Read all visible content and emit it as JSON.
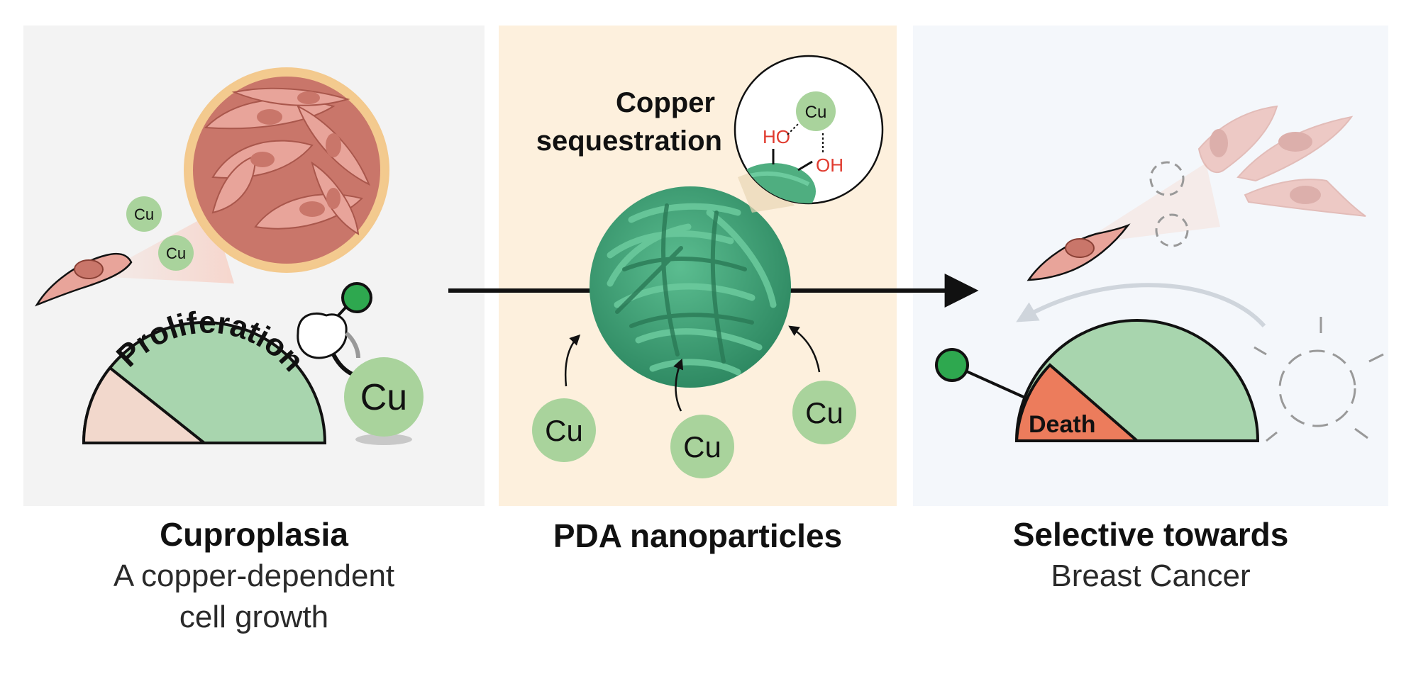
{
  "panels": {
    "left": {
      "title": "Cuproplasia",
      "subtitle_line1": "A copper-dependent",
      "subtitle_line2": "cell growth",
      "gauge_label": "Proliferation",
      "cu_small_1": "Cu",
      "cu_small_2": "Cu",
      "cu_big": "Cu"
    },
    "middle": {
      "title": "PDA nanoparticles",
      "sequestration_line1": "Copper",
      "sequestration_line2": "sequestration",
      "inset_cu": "Cu",
      "inset_ho": "HO",
      "inset_oh": "OH",
      "cu_1": "Cu",
      "cu_2": "Cu",
      "cu_3": "Cu"
    },
    "right": {
      "title": "Selective towards",
      "subtitle": "Breast Cancer",
      "gauge_label": "Death"
    }
  },
  "colors": {
    "left_bg": "#f3f3f3",
    "middle_bg": "#fdf0dd",
    "right_bg": "#f4f7fb",
    "cu_fill": "#a9d39c",
    "gauge_green": "#a8d5ae",
    "gauge_peach": "#f2d8cc",
    "death_red": "#ec7c5c",
    "particle": "#3ea37a",
    "cell": "#e8a49a",
    "hydroxyl": "#e03a2e"
  },
  "icons": [
    "cancer-cell-icon",
    "cell-cluster-icon",
    "gauge-icon",
    "knob-icon",
    "hand-icon",
    "nanoparticle-icon",
    "arrow-right-icon",
    "dashed-cell-icon",
    "curved-arrow-icon"
  ]
}
